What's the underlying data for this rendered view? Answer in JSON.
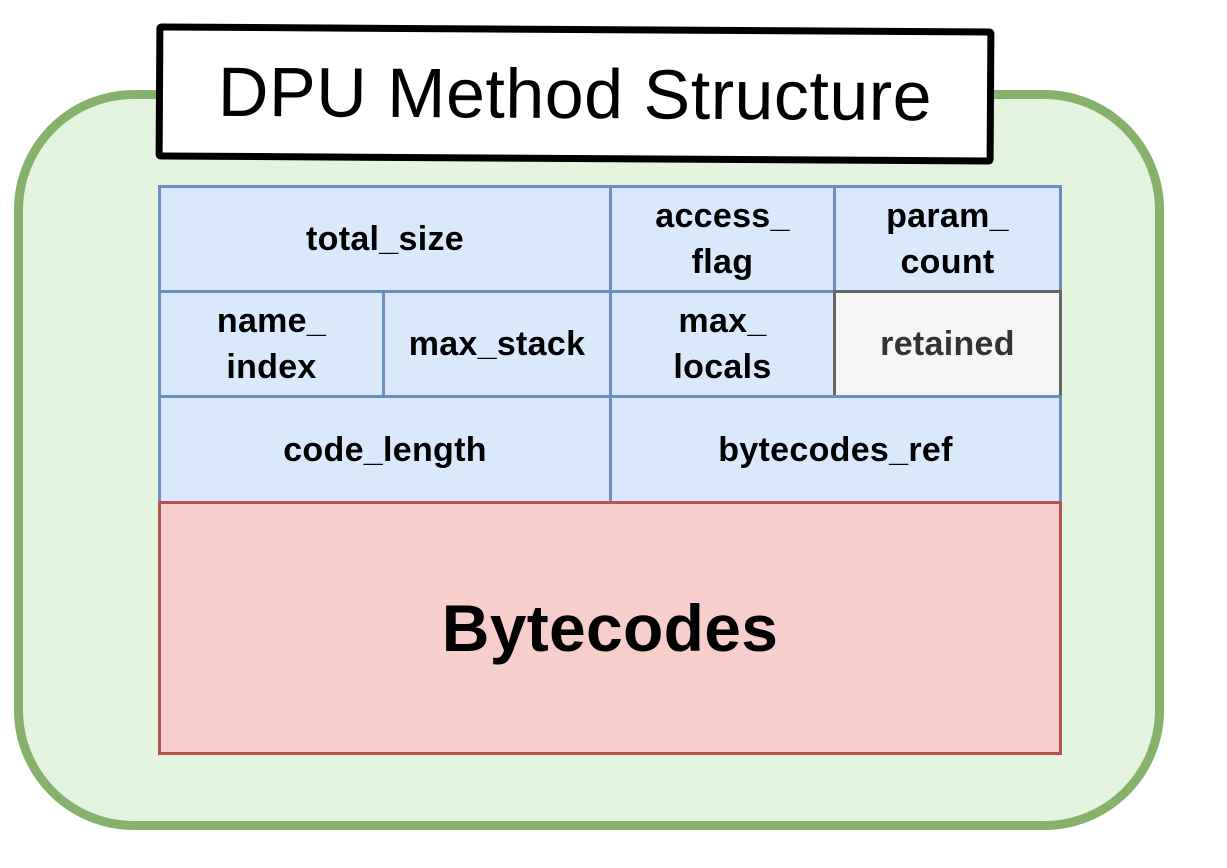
{
  "title": "DPU Method Structure",
  "fields": {
    "total_size": "total_size",
    "access_flag": "access_\nflag",
    "param_count": "param_\ncount",
    "name_index": "name_\nindex",
    "max_stack": "max_stack",
    "max_locals": "max_\nlocals",
    "retained": "retained",
    "code_length": "code_length",
    "bytecodes_ref": "bytecodes_ref"
  },
  "bytecodes": "Bytecodes",
  "colors": {
    "container_fill": "#e3f4df",
    "container_stroke": "#86b16b",
    "field_fill": "#dae8fc",
    "field_stroke": "#6c8ebf",
    "retained_fill": "#f5f5f5",
    "retained_stroke": "#666666",
    "bytecodes_fill": "#f8cecc",
    "bytecodes_stroke": "#b85450"
  }
}
